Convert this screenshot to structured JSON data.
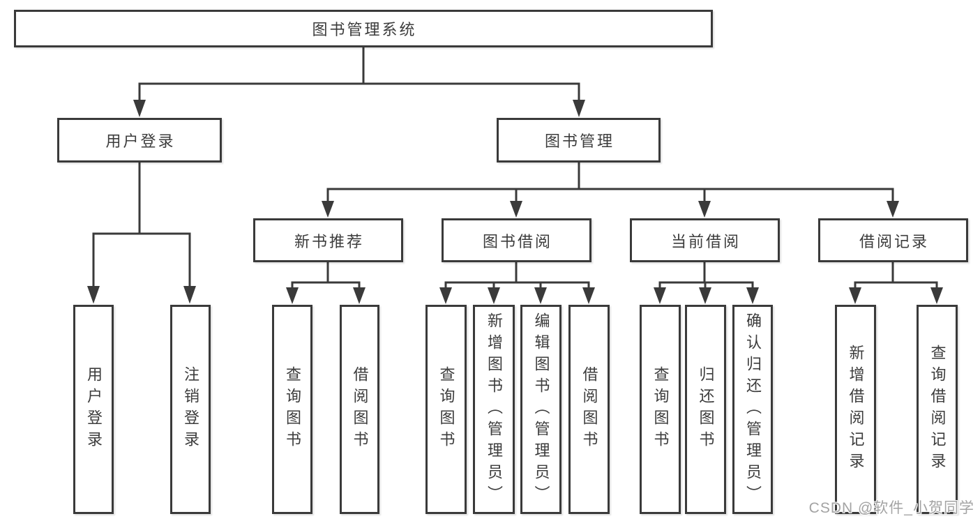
{
  "diagram": {
    "root": {
      "label": "图书管理系统"
    },
    "branches": [
      {
        "label": "用户登录",
        "children": [
          {
            "label": "用户登录"
          },
          {
            "label": "注销登录"
          }
        ]
      },
      {
        "label": "图书管理",
        "children": [
          {
            "label": "新书推荐",
            "children": [
              {
                "label": "查询图书"
              },
              {
                "label": "借阅图书"
              }
            ]
          },
          {
            "label": "图书借阅",
            "children": [
              {
                "label": "查询图书"
              },
              {
                "label": "新增图书（管理员）"
              },
              {
                "label": "编辑图书（管理员）"
              },
              {
                "label": "借阅图书"
              }
            ]
          },
          {
            "label": "当前借阅",
            "children": [
              {
                "label": "查询图书"
              },
              {
                "label": "归还图书"
              },
              {
                "label": "确认归还（管理员）"
              }
            ]
          },
          {
            "label": "借阅记录",
            "children": [
              {
                "label": "新增借阅记录"
              },
              {
                "label": "查询借阅记录"
              }
            ]
          }
        ]
      }
    ]
  },
  "watermark": {
    "text": "CSDN @软件_小贺同学"
  },
  "colors": {
    "line": "#3a3a3a",
    "text": "#3c3c3c",
    "background": "#ffffff",
    "watermark": "#a3a3a3"
  }
}
